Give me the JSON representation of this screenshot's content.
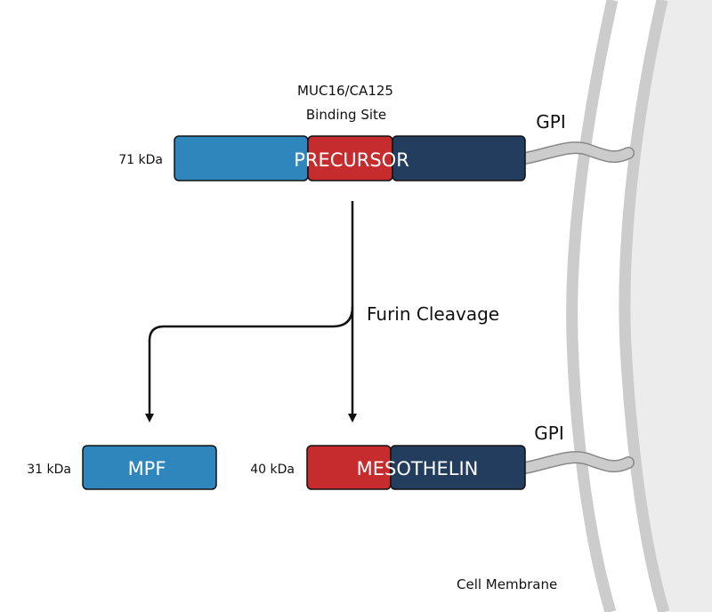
{
  "title": "Mesothelin processing diagram",
  "colors": {
    "blue": "#2f86bd",
    "red": "#c62c2e",
    "navy": "#233d5e",
    "membrane_band": "#cccccc",
    "membrane_fill": "#ececec",
    "gpi_anchor": "#cccccc"
  },
  "binding_site": {
    "line1": "MUC16/CA125",
    "line2": "Binding Site"
  },
  "precursor": {
    "weight": "71 kDa",
    "label": "PRECURSOR",
    "anchor": "GPI"
  },
  "cleavage": {
    "label": "Furin Cleavage"
  },
  "mpf": {
    "weight": "31 kDa",
    "label": "MPF"
  },
  "mesothelin": {
    "weight": "40 kDa",
    "label": "MESOTHELIN",
    "anchor": "GPI"
  },
  "membrane": {
    "label": "Cell Membrane"
  }
}
